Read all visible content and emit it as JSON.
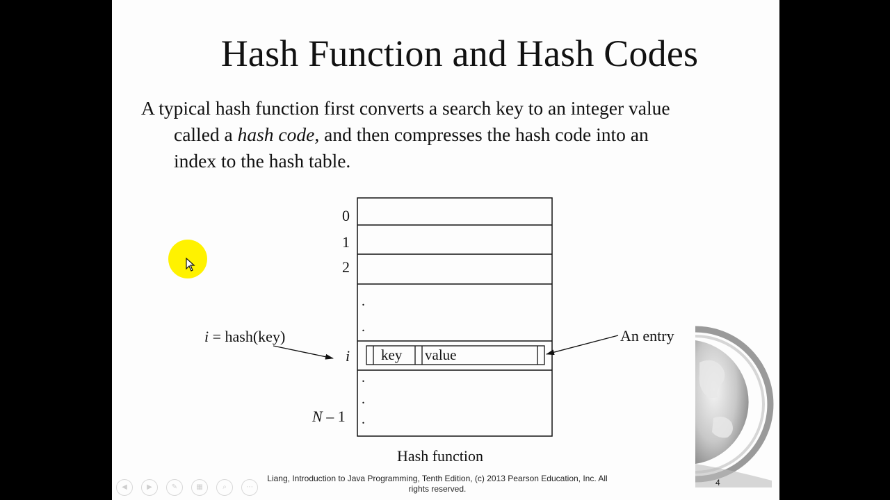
{
  "slide": {
    "title": "Hash Function and Hash Codes",
    "paragraph": {
      "line1": "A typical hash function first converts a search key to an integer value",
      "line2_pre": "called a ",
      "line2_em": "hash code",
      "line2_post": ", and then compresses the hash code into an",
      "line3": "index to the hash table."
    },
    "diagram": {
      "row_labels": [
        "0",
        "1",
        "2"
      ],
      "index_label": "i",
      "last_label": "N – 1",
      "dots": ".",
      "hash_call_i": "i",
      "hash_call_rest": " = hash(key)",
      "entry_label": "An entry",
      "key_label": "key",
      "value_label": "value",
      "caption": "Hash function"
    },
    "footer_line1": "Liang, Introduction to Java Programming, Tenth Edition, (c) 2013 Pearson Education, Inc. All",
    "footer_line2": "rights reserved.",
    "page_number": "4"
  },
  "controls": [
    "previous",
    "next",
    "pen",
    "slides",
    "zoom",
    "more"
  ],
  "colors": {
    "pointer": "#fff200",
    "background": "#000000",
    "slide": "#fdfdfd"
  }
}
